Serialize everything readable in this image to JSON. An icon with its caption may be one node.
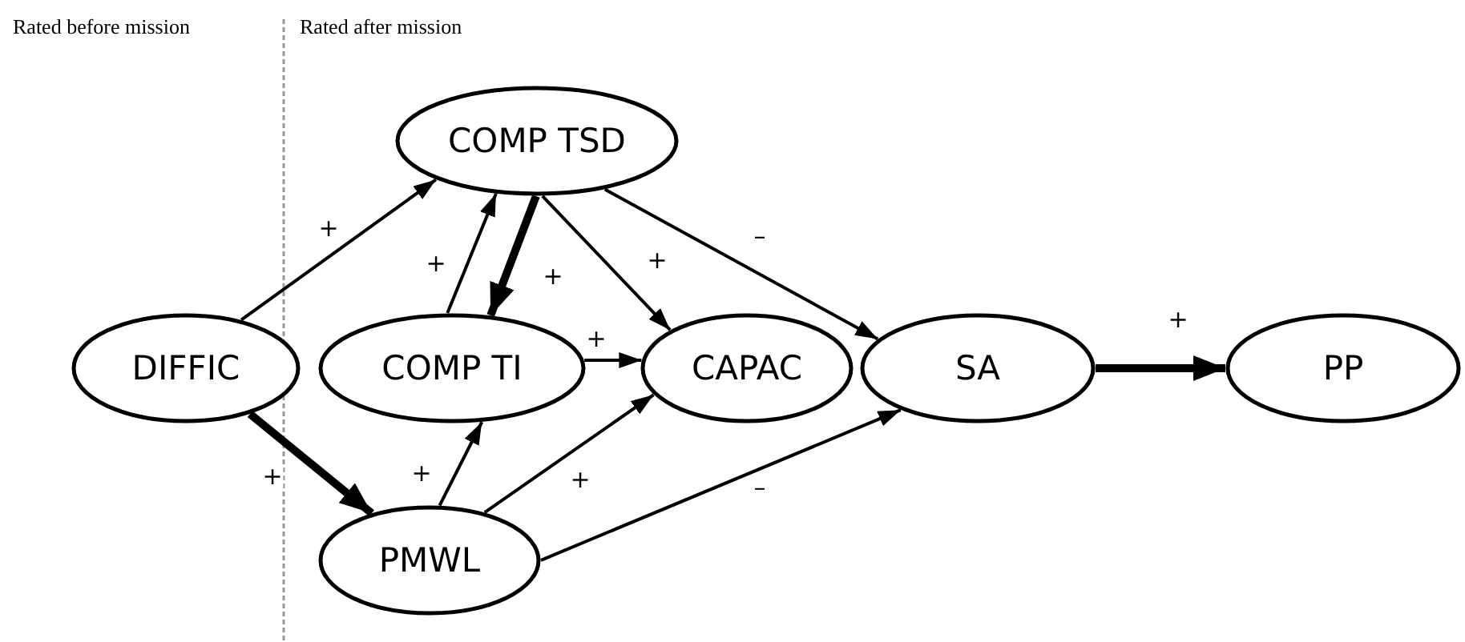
{
  "diagram": {
    "nodes": [
      {
        "text": [
          "COMP TSD"
        ]
      },
      {
        "text": [
          "DIFFIC"
        ]
      },
      {
        "text": [
          "COMP TI"
        ]
      },
      {
        "text": [
          "CAPAC"
        ]
      },
      {
        "text": [
          "SA"
        ]
      },
      {
        "text": [
          "PP"
        ]
      },
      {
        "text": [
          "PMWL"
        ]
      }
    ],
    "edges": [
      {
        "from": 1,
        "to": 0,
        "arrow": "to",
        "label": "+"
      },
      {
        "from": 1,
        "to": 6,
        "arrow": "to",
        "label": "+",
        "style": "thick"
      },
      {
        "from": 2,
        "to": 0,
        "arrow": "to",
        "label": "+"
      },
      {
        "from": 0,
        "to": 2,
        "arrow": "to",
        "label": "+",
        "style": "thick"
      },
      {
        "from": 0,
        "to": 3,
        "arrow": "to",
        "label": "+"
      },
      {
        "from": 0,
        "to": 4,
        "arrow": "to",
        "label": "–"
      },
      {
        "from": 2,
        "to": 3,
        "arrow": "to",
        "label": "+"
      },
      {
        "from": 6,
        "to": 2,
        "arrow": "to",
        "label": "+"
      },
      {
        "from": 6,
        "to": 3,
        "arrow": "to",
        "label": "+"
      },
      {
        "from": 6,
        "to": 4,
        "arrow": "to",
        "label": "–"
      },
      {
        "from": 4,
        "to": 5,
        "arrow": "to",
        "label": "+",
        "style": "thick"
      }
    ],
    "labels": [
      "Rated before mission",
      "Rated after mission"
    ]
  }
}
